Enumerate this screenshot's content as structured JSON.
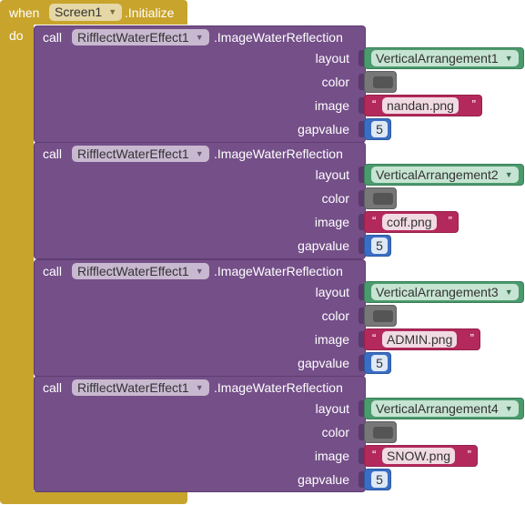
{
  "event": {
    "when_label": "when",
    "component": "Screen1",
    "event_name": ".Initialize",
    "do_label": "do"
  },
  "calls": [
    {
      "call_label": "call",
      "component": "RifflectWaterEffect1",
      "method": ".ImageWaterReflection",
      "params": {
        "layout": "layout",
        "color": "color",
        "image": "image",
        "gapvalue": "gapvalue"
      },
      "layout_value": "VerticalArrangement1",
      "image_value": "nandan.png",
      "gap_value": "5"
    },
    {
      "call_label": "call",
      "component": "RifflectWaterEffect1",
      "method": ".ImageWaterReflection",
      "params": {
        "layout": "layout",
        "color": "color",
        "image": "image",
        "gapvalue": "gapvalue"
      },
      "layout_value": "VerticalArrangement2",
      "image_value": "coff.png",
      "gap_value": "5"
    },
    {
      "call_label": "call",
      "component": "RifflectWaterEffect1",
      "method": ".ImageWaterReflection",
      "params": {
        "layout": "layout",
        "color": "color",
        "image": "image",
        "gapvalue": "gapvalue"
      },
      "layout_value": "VerticalArrangement3",
      "image_value": "ADMIN.png",
      "gap_value": "5"
    },
    {
      "call_label": "call",
      "component": "RifflectWaterEffect1",
      "method": ".ImageWaterReflection",
      "params": {
        "layout": "layout",
        "color": "color",
        "image": "image",
        "gapvalue": "gapvalue"
      },
      "layout_value": "VerticalArrangement4",
      "image_value": "SNOW.png",
      "gap_value": "5"
    }
  ],
  "colors": {
    "event": "#c8a42c",
    "call": "#744f88",
    "component_block": "#4a9a6e",
    "text_block": "#b4295c",
    "number_block": "#3a6ec4",
    "color_block": "#777777"
  },
  "icons": {
    "dropdown": "triangle-down",
    "open_quote": "“",
    "close_quote": "”"
  }
}
